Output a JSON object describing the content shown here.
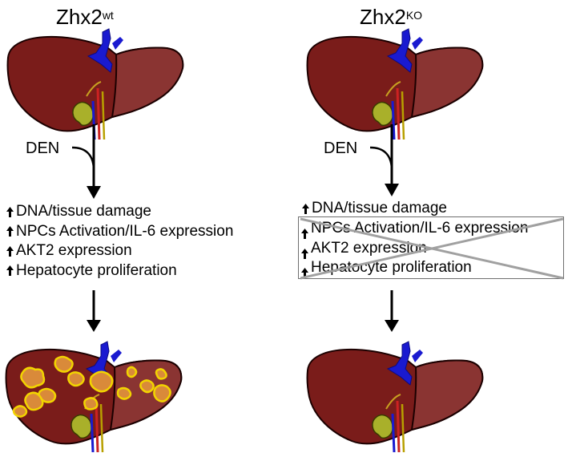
{
  "panels": {
    "wt": {
      "title_base": "Zhx2",
      "title_sup": "wt",
      "treatment": "DEN",
      "effects": [
        "DNA/tissue damage",
        "NPCs Activation/IL-6 expression",
        "AKT2 expression",
        "Hepatocyte proliferation"
      ],
      "outcome": "tumors"
    },
    "ko": {
      "title_base": "Zhx2",
      "title_sup": "KO",
      "treatment": "DEN",
      "effects": [
        "DNA/tissue damage"
      ],
      "blocked_effects": [
        "NPCs Activation/IL-6 expression",
        "AKT2 expression",
        "Hepatocyte proliferation"
      ],
      "outcome": "normal"
    }
  },
  "icons": {
    "effect_marker": "up-arrow-icon",
    "blocked_marker": "cross-out"
  },
  "colors": {
    "liver": "#7a1c1a",
    "liver_shade": "#8a3432",
    "vessel": "#1a1ad0",
    "gallbladder": "#a9b02a",
    "tumor": "#d98a3a",
    "tumor_outline": "#f2d400",
    "cross": "#a0a0a0"
  }
}
